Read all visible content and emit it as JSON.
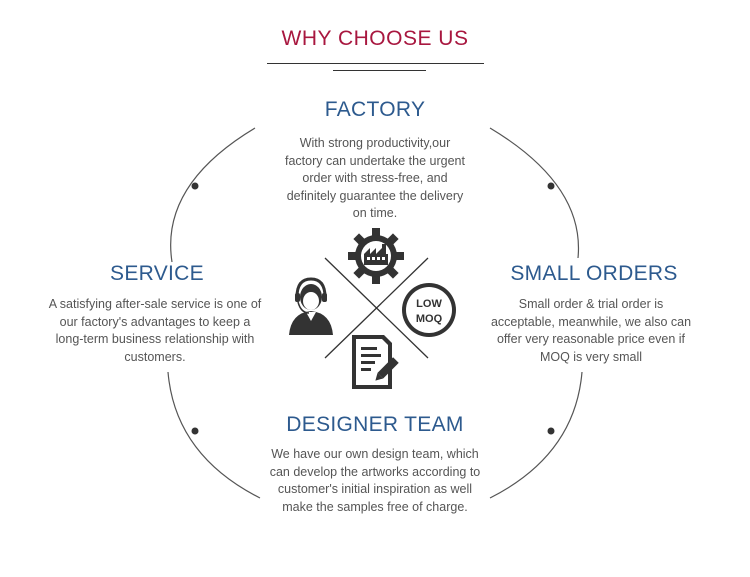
{
  "header": {
    "title": "WHY CHOOSE US"
  },
  "sections": {
    "factory": {
      "title": "FACTORY",
      "description": "With strong productivity,our factory can undertake the urgent order with stress-free, and definitely guarantee the delivery on time."
    },
    "service": {
      "title": "SERVICE",
      "description": "A satisfying after-sale service is one of our factory's advantages to keep a long-term business relationship with customers."
    },
    "small_orders": {
      "title": "SMALL ORDERS",
      "description": "Small order & trial order is acceptable, meanwhile, we also can offer very reasonable price even if MOQ is very small"
    },
    "designer_team": {
      "title": "DESIGNER TEAM",
      "description": "We have our own design team, which can develop the artworks according to customer's initial inspiration as well make the samples free of charge."
    }
  },
  "center_icons": {
    "factory_icon": "gear-factory-icon",
    "service_icon": "customer-service-headset-icon",
    "moq_icon": "low-moq-badge-icon",
    "moq_badge_line1": "LOW",
    "moq_badge_line2": "MOQ",
    "designer_icon": "document-pencil-icon"
  },
  "colors": {
    "title": "#a8173f",
    "heading": "#2d5a8e",
    "body_text": "#555555",
    "lines": "#333333"
  }
}
